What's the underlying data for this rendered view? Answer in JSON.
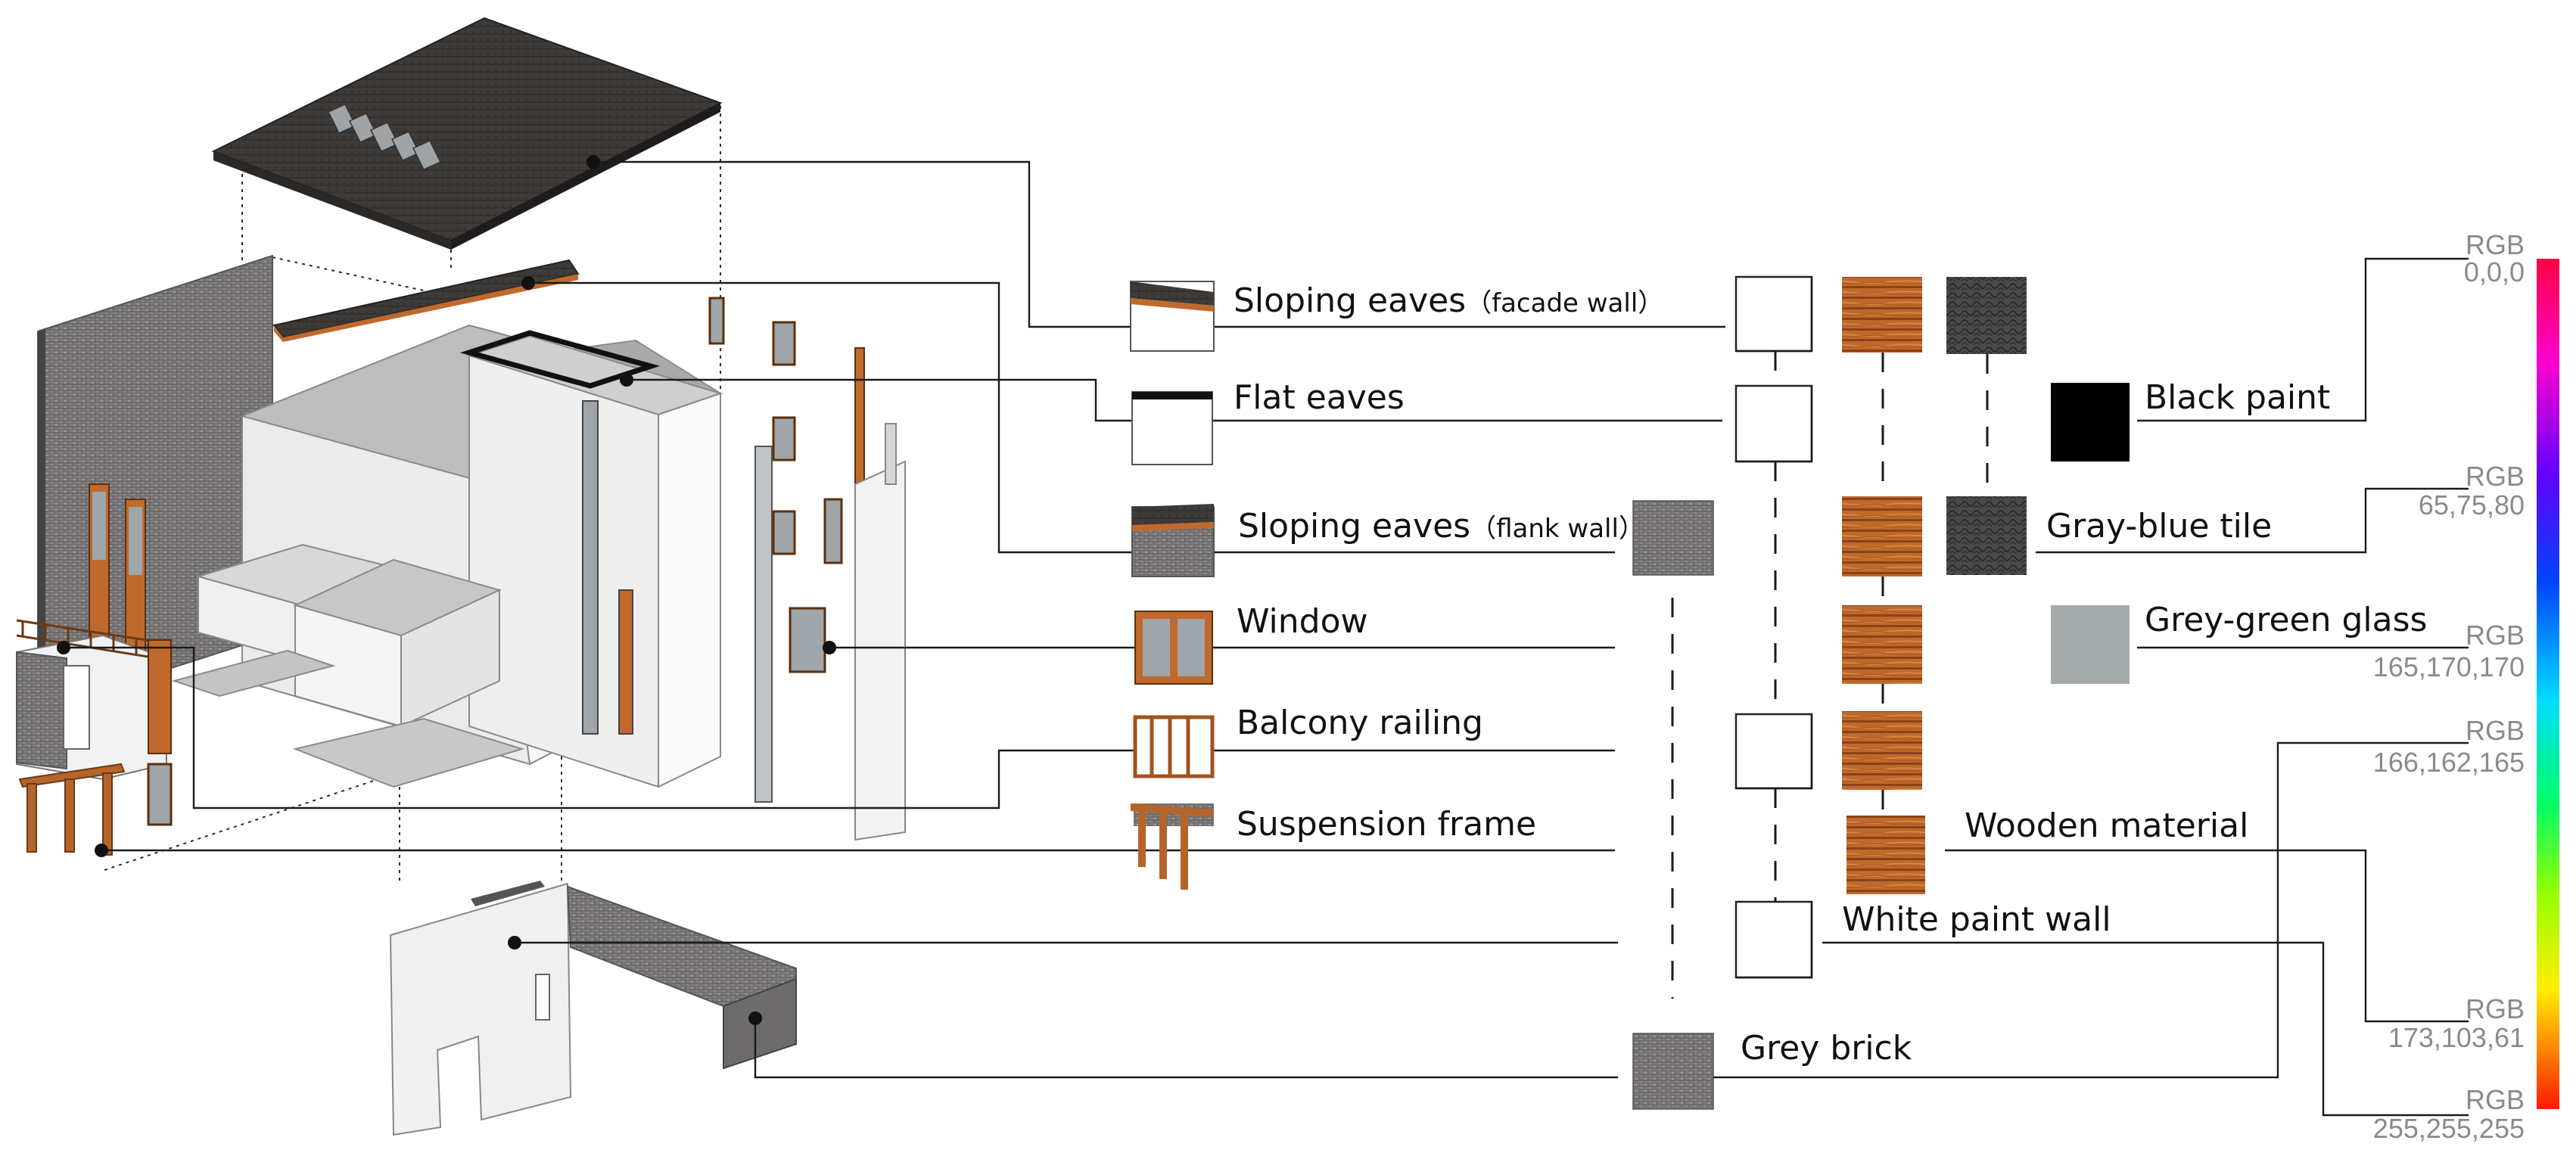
{
  "components": [
    {
      "id": "sloping-eaves-facade",
      "label": "Sloping eaves",
      "sub": "（facade wall）"
    },
    {
      "id": "flat-eaves",
      "label": "Flat eaves",
      "sub": ""
    },
    {
      "id": "sloping-eaves-flank",
      "label": "Sloping eaves",
      "sub": "（flank wall）"
    },
    {
      "id": "window",
      "label": "Window",
      "sub": ""
    },
    {
      "id": "balcony-railing",
      "label": "Balcony railing",
      "sub": ""
    },
    {
      "id": "suspension-frame",
      "label": "Suspension frame",
      "sub": ""
    }
  ],
  "materials": [
    {
      "id": "black-paint",
      "label": "Black paint",
      "rgb": "0,0,0"
    },
    {
      "id": "gray-blue-tile",
      "label": "Gray-blue tile",
      "rgb": "65,75,80"
    },
    {
      "id": "grey-green-glass",
      "label": "Grey-green glass",
      "rgb": "165,170,170"
    },
    {
      "id": "grey-brick",
      "label": "Grey brick",
      "rgb": "166,162,165"
    },
    {
      "id": "wooden-material",
      "label": "Wooden material",
      "rgb": "173,103,61"
    },
    {
      "id": "white-paint-wall",
      "label": "White paint wall",
      "rgb": "255,255,255"
    }
  ],
  "rgb_prefix": "RGB",
  "colors": {
    "black_paint": "#000000",
    "gray_blue_tile": "#414b50",
    "grey_green_glass": "#a5aaaa",
    "grey_brick": "#a6a2a5",
    "wooden_material": "#ad673d",
    "white_paint_wall": "#ffffff"
  }
}
